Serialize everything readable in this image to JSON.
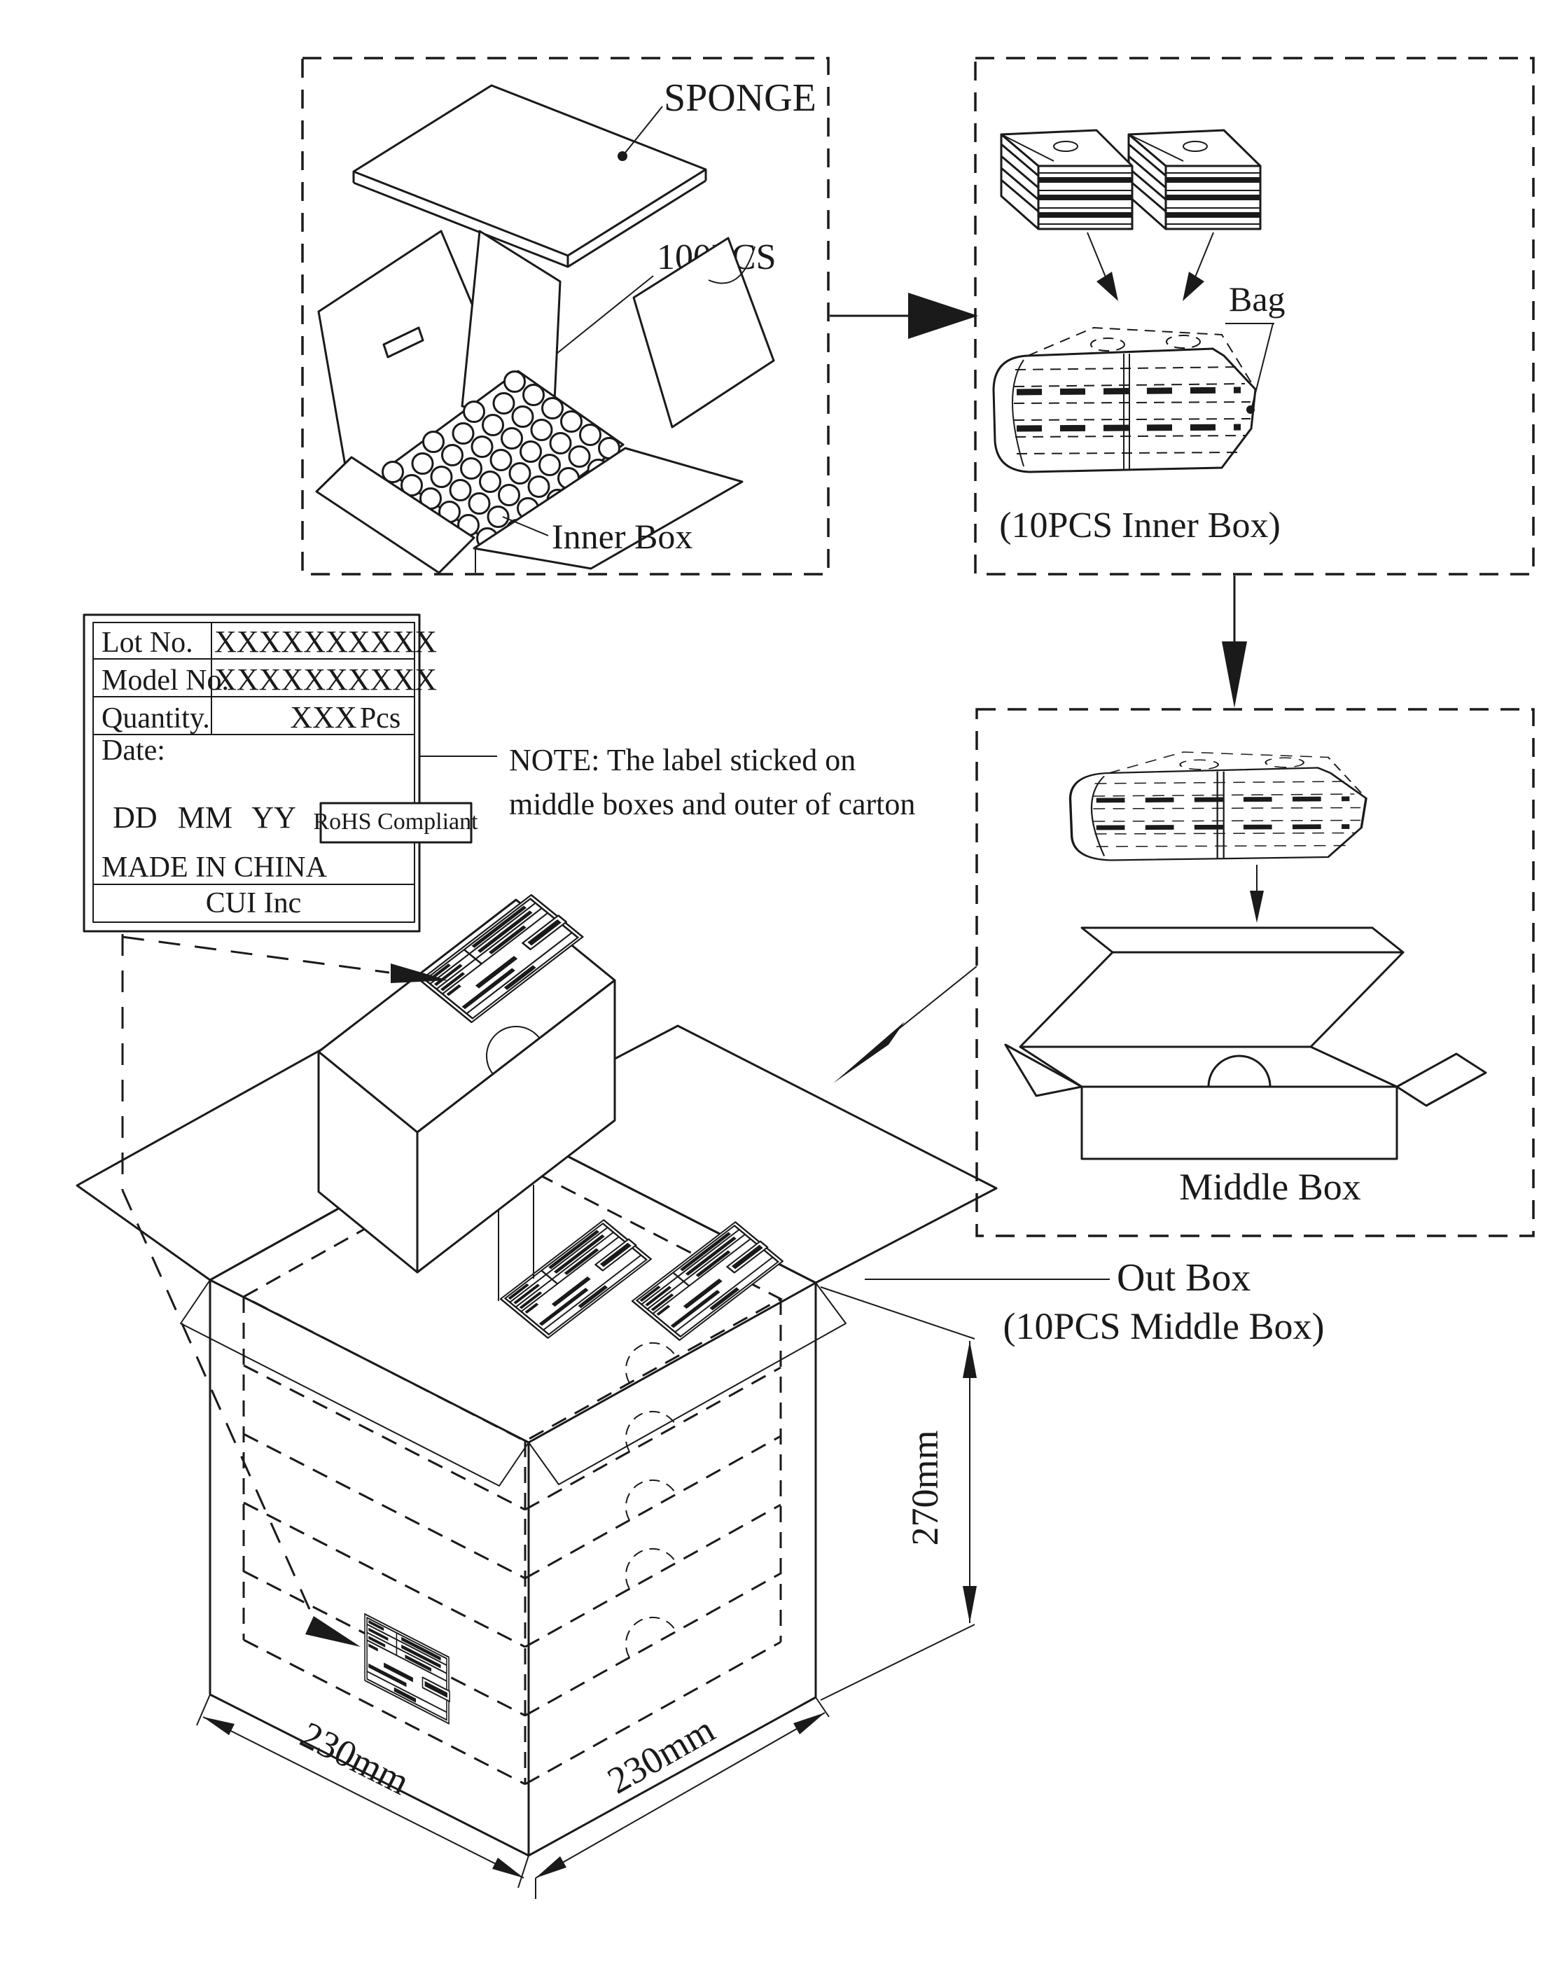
{
  "diagram": {
    "panel_inner_box": {
      "sponge": "SPONGE",
      "pcs": "100PCS",
      "caption": "Inner Box"
    },
    "panel_bag": {
      "bag": "Bag",
      "caption": "(10PCS Inner Box)"
    },
    "panel_middle_box": {
      "caption": "Middle Box"
    },
    "out_box": {
      "line1": "Out Box",
      "line2": "(10PCS Middle Box)"
    },
    "dims": {
      "height": "270mm",
      "width": "230mm",
      "depth": "230mm"
    },
    "note": {
      "line1": "NOTE: The label sticked on",
      "line2": "middle boxes and outer of carton"
    },
    "label": {
      "lot_key": "Lot No.",
      "lot_value": "XXXXXXXXXX",
      "model_key": "Model No.",
      "model_value": "XXXXXXXXXX",
      "qty_key": "Quantity.",
      "qty_value": "XXX",
      "qty_unit": "Pcs",
      "date_key": "Date:",
      "date_value": "DD MM YY",
      "rohs": "RoHS Compliant",
      "origin": "MADE IN CHINA",
      "company": "CUI Inc"
    },
    "colors": {
      "ink": "#1a1a1a",
      "bg": "#ffffff"
    }
  }
}
